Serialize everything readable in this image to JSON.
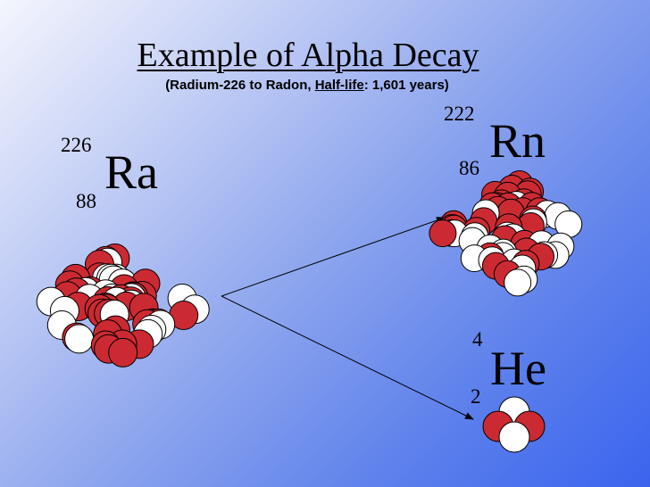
{
  "header": {
    "title": "Example of Alpha Decay",
    "subtitle_open": "(Radium-226 to Radon, ",
    "subtitle_link": "Half-life",
    "subtitle_close": ": 1,601 years)"
  },
  "nuclei": {
    "radium": {
      "symbol": "Ra",
      "mass_number": "226",
      "atomic_number": "88"
    },
    "radon": {
      "symbol": "Rn",
      "mass_number": "222",
      "atomic_number": "86"
    },
    "helium": {
      "symbol": "He",
      "mass_number": "4",
      "atomic_number": "2"
    }
  },
  "colors": {
    "proton": "#cc2a32",
    "neutron": "#ffffff",
    "outline": "#000000"
  }
}
